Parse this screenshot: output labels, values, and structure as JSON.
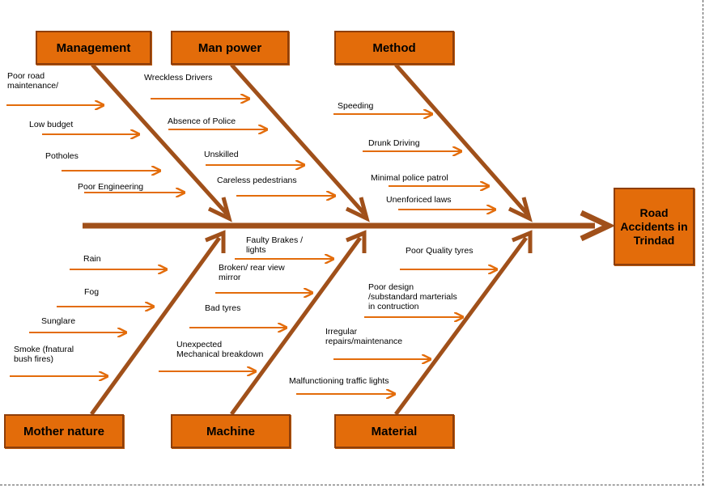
{
  "colors": {
    "arrow": "#e36c0a",
    "spine": "#a0501a",
    "box_fill": "#e36c0a",
    "box_border": "#8e3e0a"
  },
  "effect": "Road Accidents in Trindad",
  "categories": {
    "management": "Management",
    "manpower": "Man power",
    "method": "Method",
    "mother_nature": "Mother nature",
    "machine": "Machine",
    "material": "Material"
  },
  "causes": {
    "management": [
      "Poor  road\nmaintenance/",
      "Low budget",
      "Potholes",
      "Poor Engineering"
    ],
    "manpower": [
      "Wreckless Drivers",
      "Absence of Police",
      "Unskilled",
      "Careless pedestrians"
    ],
    "method": [
      "Speeding",
      "Drunk Driving",
      "Minimal  police patrol",
      "Unenforiced laws"
    ],
    "mother_nature": [
      "Rain",
      "Fog",
      "Sunglare",
      "Smoke (fnatural\nbush fires)"
    ],
    "machine": [
      "Faulty Brakes /\nlights",
      "Broken/ rear view\nmirror",
      "Bad tyres",
      "Unexpected\nMechanical breakdown"
    ],
    "material": [
      "Poor Quality  tyres",
      "Poor design\n/substandard marterials\nin contruction",
      "Irregular\nrepairs/maintenance",
      "Malfunctioning traffic lights"
    ]
  }
}
